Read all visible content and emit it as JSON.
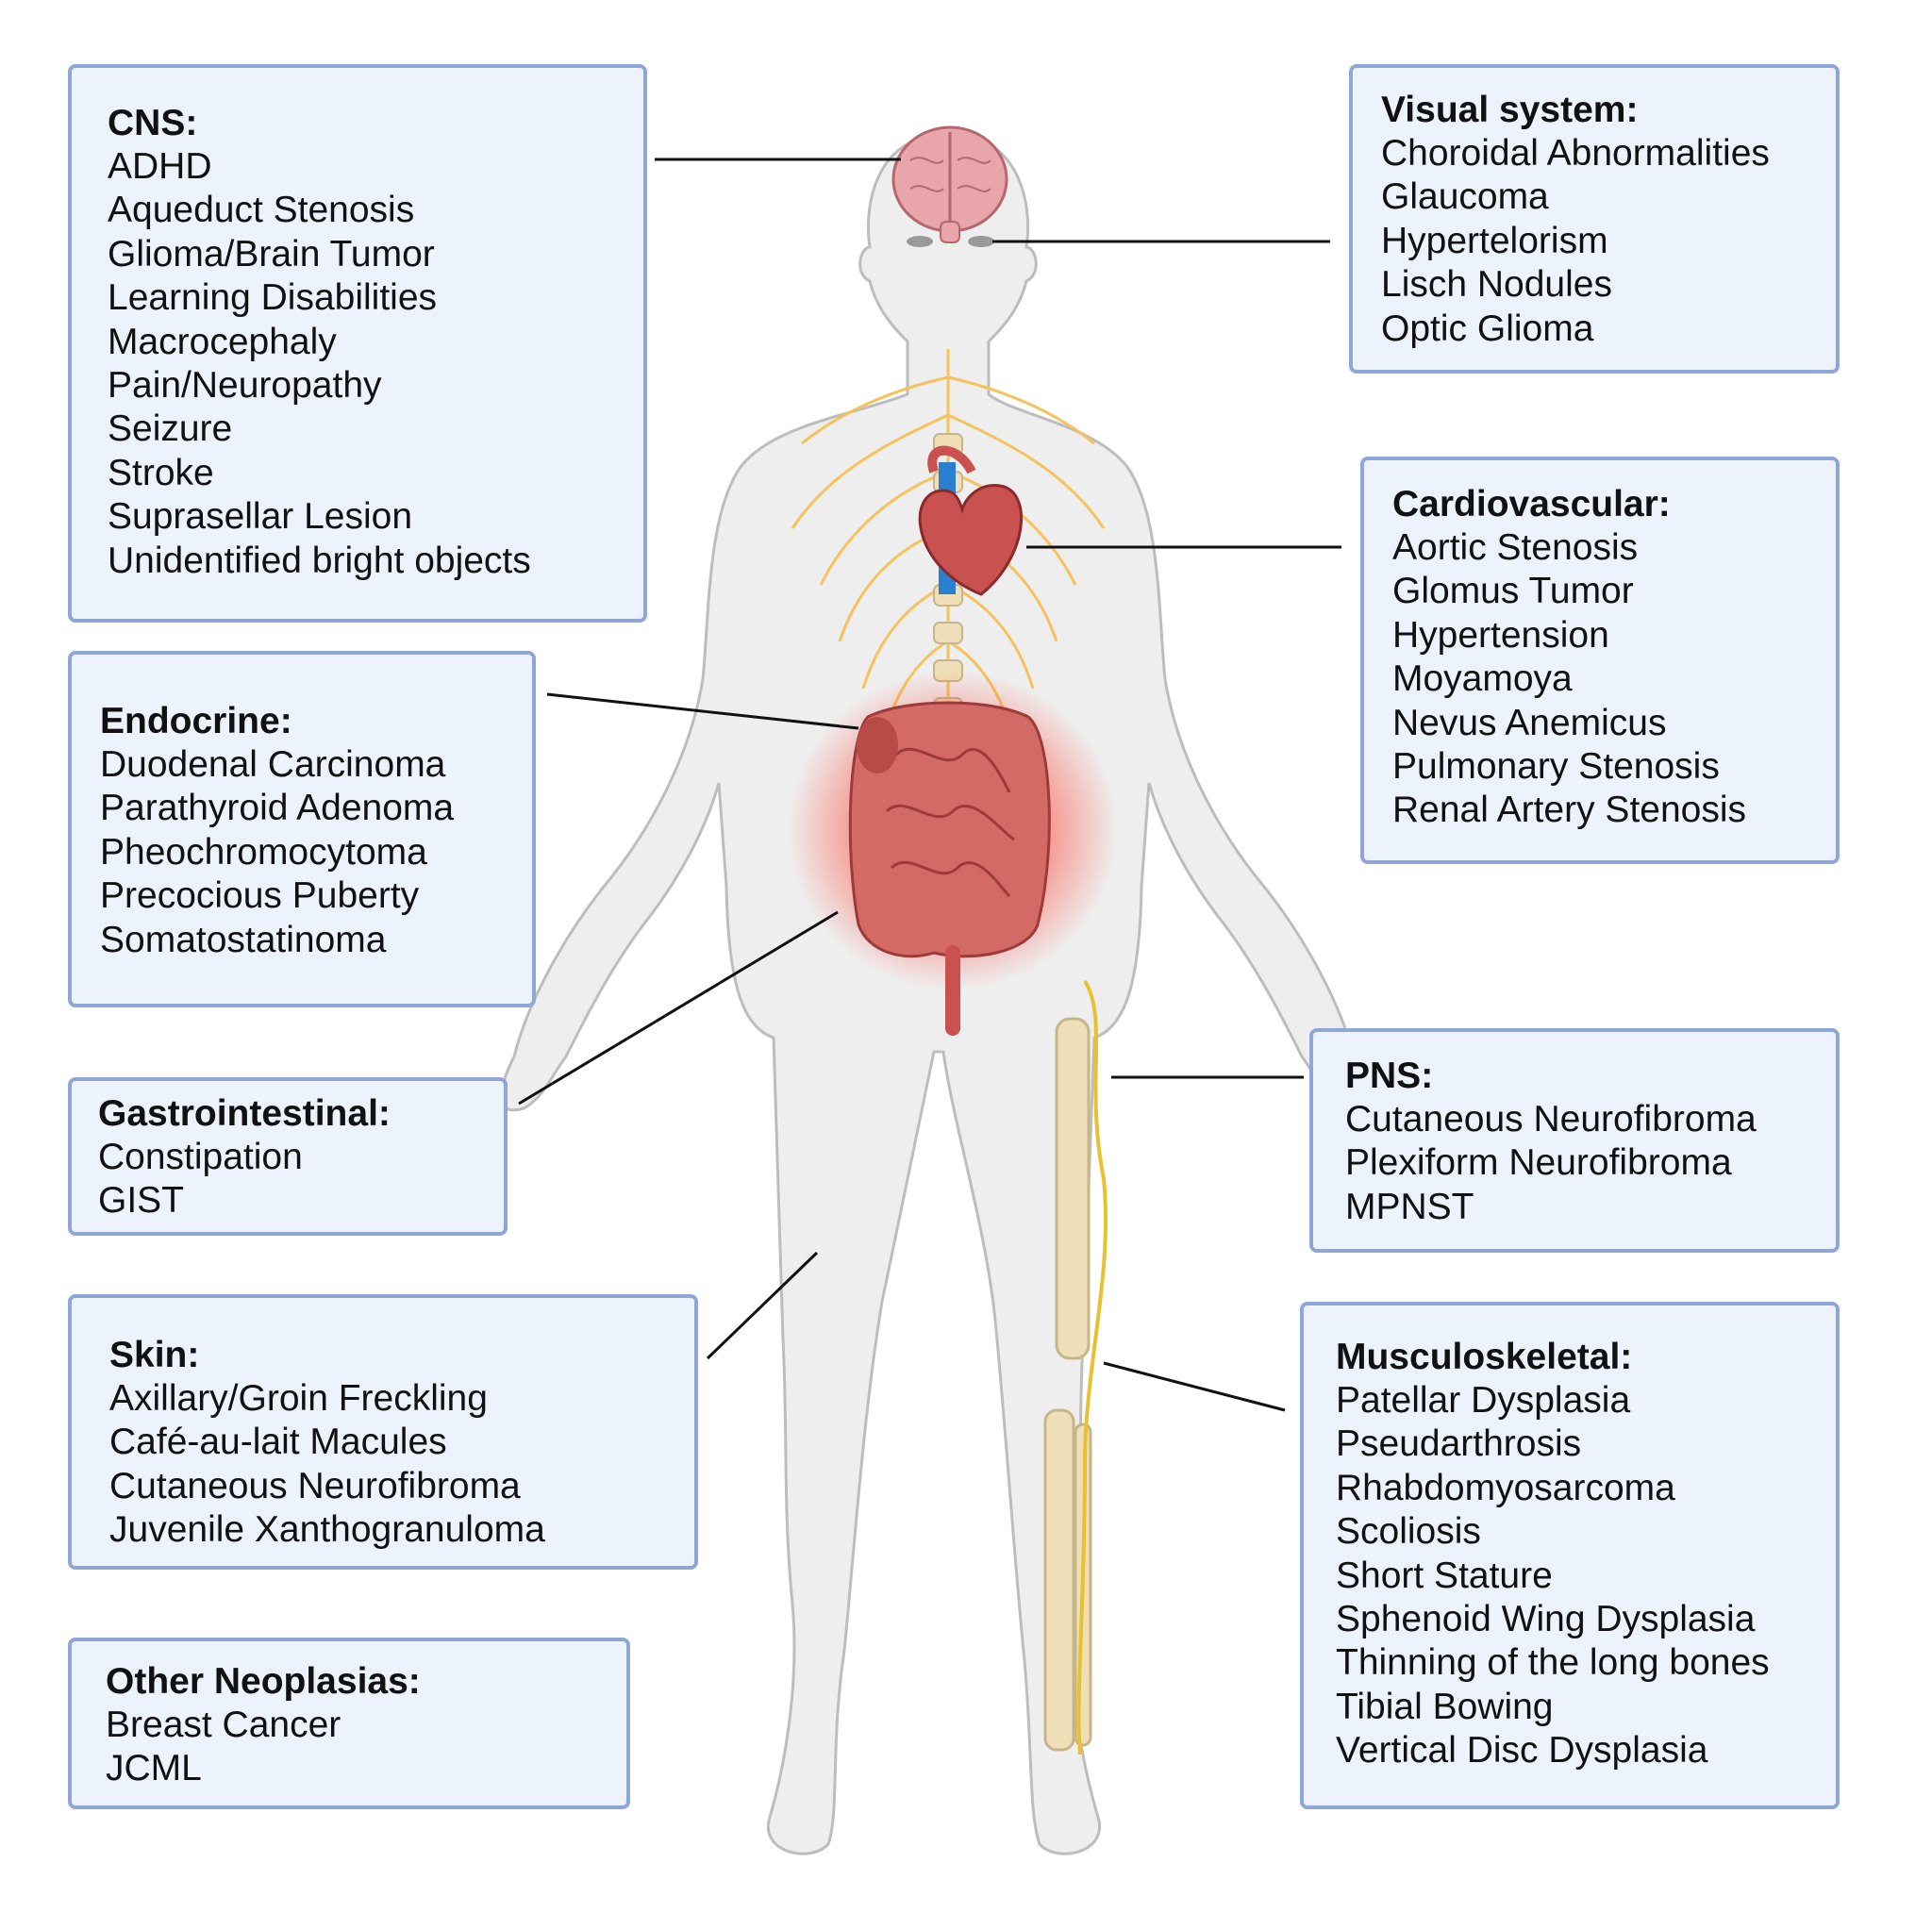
{
  "boxes": {
    "cns": {
      "title": "CNS:",
      "items": [
        "ADHD",
        "Aqueduct Stenosis",
        "Glioma/Brain Tumor",
        "Learning Disabilities",
        "Macrocephaly",
        "Pain/Neuropathy",
        "Seizure",
        "Stroke",
        "Suprasellar Lesion",
        "Unidentified bright objects"
      ]
    },
    "endocrine": {
      "title": "Endocrine:",
      "items": [
        "Duodenal Carcinoma",
        "Parathyroid Adenoma",
        "Pheochromocytoma",
        "Precocious Puberty",
        "Somatostatinoma"
      ]
    },
    "gastrointestinal": {
      "title": "Gastrointestinal:",
      "items": [
        "Constipation",
        "GIST"
      ]
    },
    "skin": {
      "title": "Skin:",
      "items": [
        "Axillary/Groin Freckling",
        "Café-au-lait Macules",
        "Cutaneous Neurofibroma",
        "Juvenile Xanthogranuloma"
      ]
    },
    "other": {
      "title": "Other Neoplasias:",
      "items": [
        "Breast Cancer",
        "JCML"
      ]
    },
    "visual": {
      "title": "Visual system:",
      "items": [
        "Choroidal Abnormalities",
        "Glaucoma",
        "Hypertelorism",
        "Lisch Nodules",
        "Optic Glioma"
      ]
    },
    "cardiovascular": {
      "title": "Cardiovascular:",
      "items": [
        "Aortic Stenosis",
        "Glomus Tumor",
        "Hypertension",
        "Moyamoya",
        "Nevus Anemicus",
        "Pulmonary Stenosis",
        "Renal Artery Stenosis"
      ]
    },
    "pns": {
      "title": "PNS:",
      "items": [
        "Cutaneous Neurofibroma",
        "Plexiform Neurofibroma",
        "MPNST"
      ]
    },
    "musculoskeletal": {
      "title": "Musculoskeletal:",
      "items": [
        "Patellar Dysplasia",
        "Pseudarthrosis",
        "Rhabdomyosarcoma",
        "Scoliosis",
        "Short Stature",
        "Sphenoid Wing Dysplasia",
        "Thinning of the long bones",
        "Tibial Bowing",
        "Vertical Disc Dysplasia"
      ]
    }
  },
  "colors": {
    "box_fill": "#edf3fc",
    "box_border": "#8fa7d6",
    "body_fill": "#eeeeee",
    "body_outline": "#bdbdbd",
    "nerve": "#f5c25c",
    "organ_red": "#c9514f",
    "brain_pink": "#e8a6aa",
    "bone": "#efdfb8",
    "connector": "#111111"
  }
}
